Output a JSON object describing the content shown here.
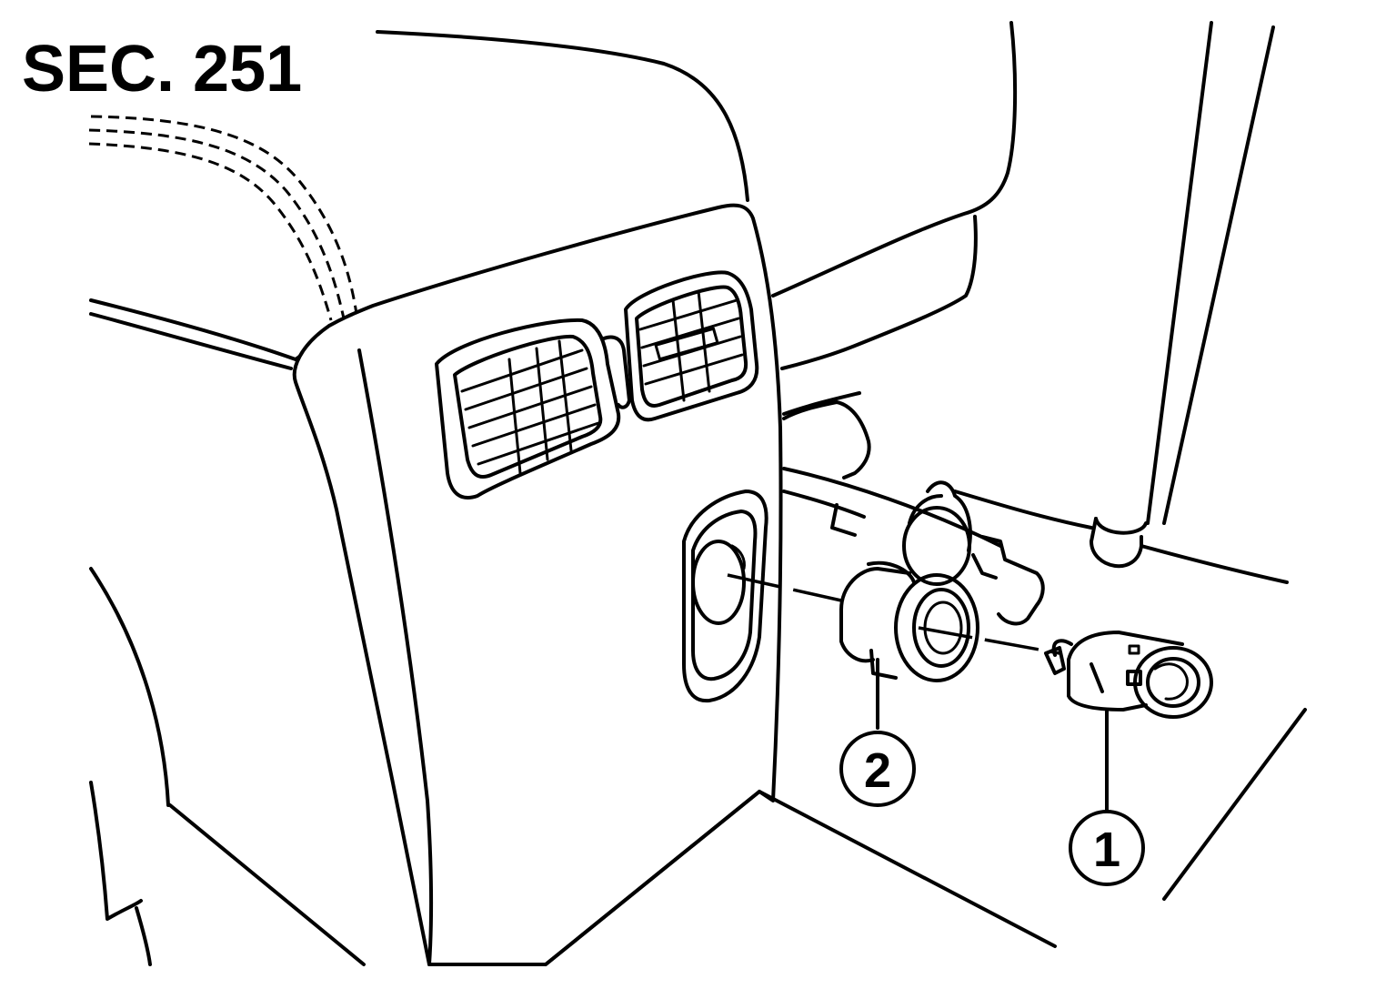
{
  "title": "SEC. 251",
  "callouts": [
    {
      "number": "1"
    },
    {
      "number": "2"
    }
  ],
  "colors": {
    "line": "#000000",
    "background": "#ffffff"
  }
}
